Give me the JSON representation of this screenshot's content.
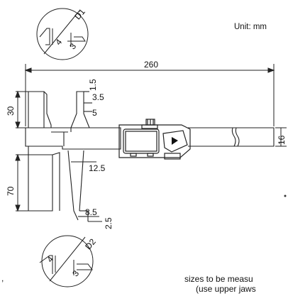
{
  "unit_label": "Unit: mm",
  "dims": {
    "overall_length": "260",
    "upper_jaw_depth": "30",
    "lower_jaw_depth": "70",
    "beam_height": "16",
    "upper_tip_1": "1.5",
    "upper_tip_2": "3.5",
    "upper_tip_3": "5",
    "lower_jaw_gap": "12.5",
    "lower_tip_1": "8.5",
    "lower_tip_2": "2.5"
  },
  "details": {
    "upper": {
      "name": "D1",
      "dim_a": "4",
      "dim_b": "3"
    },
    "lower": {
      "name": "D2",
      "dim_a": "4",
      "dim_b": "3"
    }
  },
  "stray_mark": ",",
  "caption": {
    "line1": "sizes to be measu",
    "line2": "(use upper jaws"
  }
}
